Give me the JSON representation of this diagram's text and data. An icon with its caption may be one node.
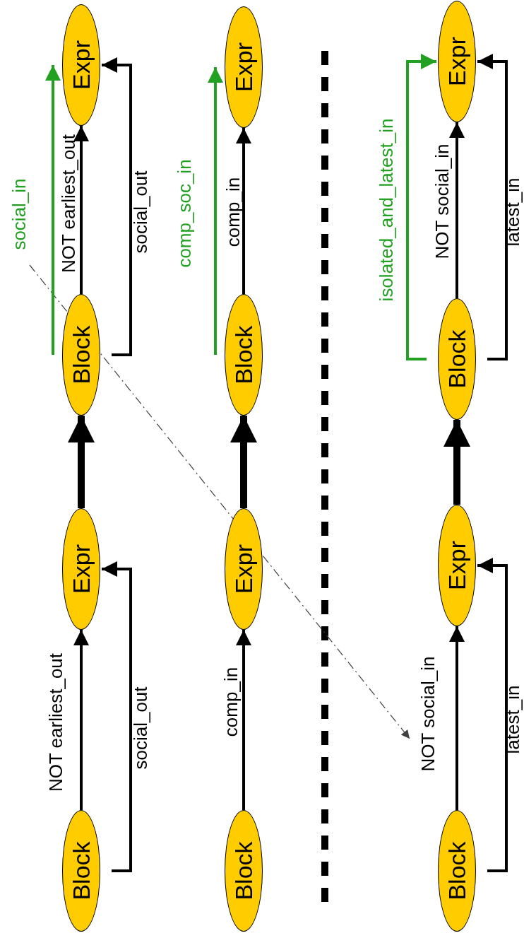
{
  "diagram": {
    "nodes": [
      {
        "text": [
          "Block"
        ]
      },
      {
        "text": [
          "Expr"
        ]
      },
      {
        "text": [
          "Block"
        ]
      },
      {
        "text": [
          "Expr"
        ]
      },
      {
        "text": [
          "Block"
        ]
      },
      {
        "text": [
          "Expr"
        ]
      },
      {
        "text": [
          "Block"
        ]
      },
      {
        "text": [
          "Expr"
        ]
      },
      {
        "text": [
          "Block"
        ]
      },
      {
        "text": [
          "Expr"
        ]
      },
      {
        "text": [
          "Block"
        ]
      },
      {
        "text": [
          "Expr"
        ]
      }
    ],
    "edges": [
      {
        "from": 0,
        "to": 1,
        "arrow": "to",
        "label": "NOT earliest_out"
      },
      {
        "from": 0,
        "to": 1,
        "arrow": "to",
        "label": "social_out"
      },
      {
        "from": 1,
        "to": 2,
        "arrow": "to",
        "style": "thick"
      },
      {
        "from": 2,
        "to": 3,
        "arrow": "to",
        "label": "NOT earliest_out"
      },
      {
        "from": 2,
        "to": 3,
        "arrow": "to",
        "label": "social_out"
      },
      {
        "from": 2,
        "to": 3,
        "arrow": "to",
        "label": "social_in",
        "color": "#22a022"
      },
      {
        "from": 4,
        "to": 5,
        "arrow": "to",
        "label": "comp_in"
      },
      {
        "from": 5,
        "to": 6,
        "arrow": "to",
        "style": "thick"
      },
      {
        "from": 6,
        "to": 7,
        "arrow": "to",
        "label": "comp_in"
      },
      {
        "from": 6,
        "to": 7,
        "arrow": "to",
        "label": "comp_soc_in",
        "color": "#22a022"
      },
      {
        "from": 8,
        "to": 9,
        "arrow": "to",
        "label": "NOT social_in"
      },
      {
        "from": 8,
        "to": 9,
        "arrow": "to",
        "label": "latest_in"
      },
      {
        "from": 9,
        "to": 10,
        "arrow": "to",
        "style": "thick"
      },
      {
        "from": 10,
        "to": 11,
        "arrow": "to",
        "label": "NOT social_in"
      },
      {
        "from": 10,
        "to": 11,
        "arrow": "to",
        "label": "latest_in"
      },
      {
        "from": 10,
        "to": 11,
        "arrow": "to",
        "label": "isolated_and_latest_in",
        "color": "#22a022"
      }
    ]
  }
}
